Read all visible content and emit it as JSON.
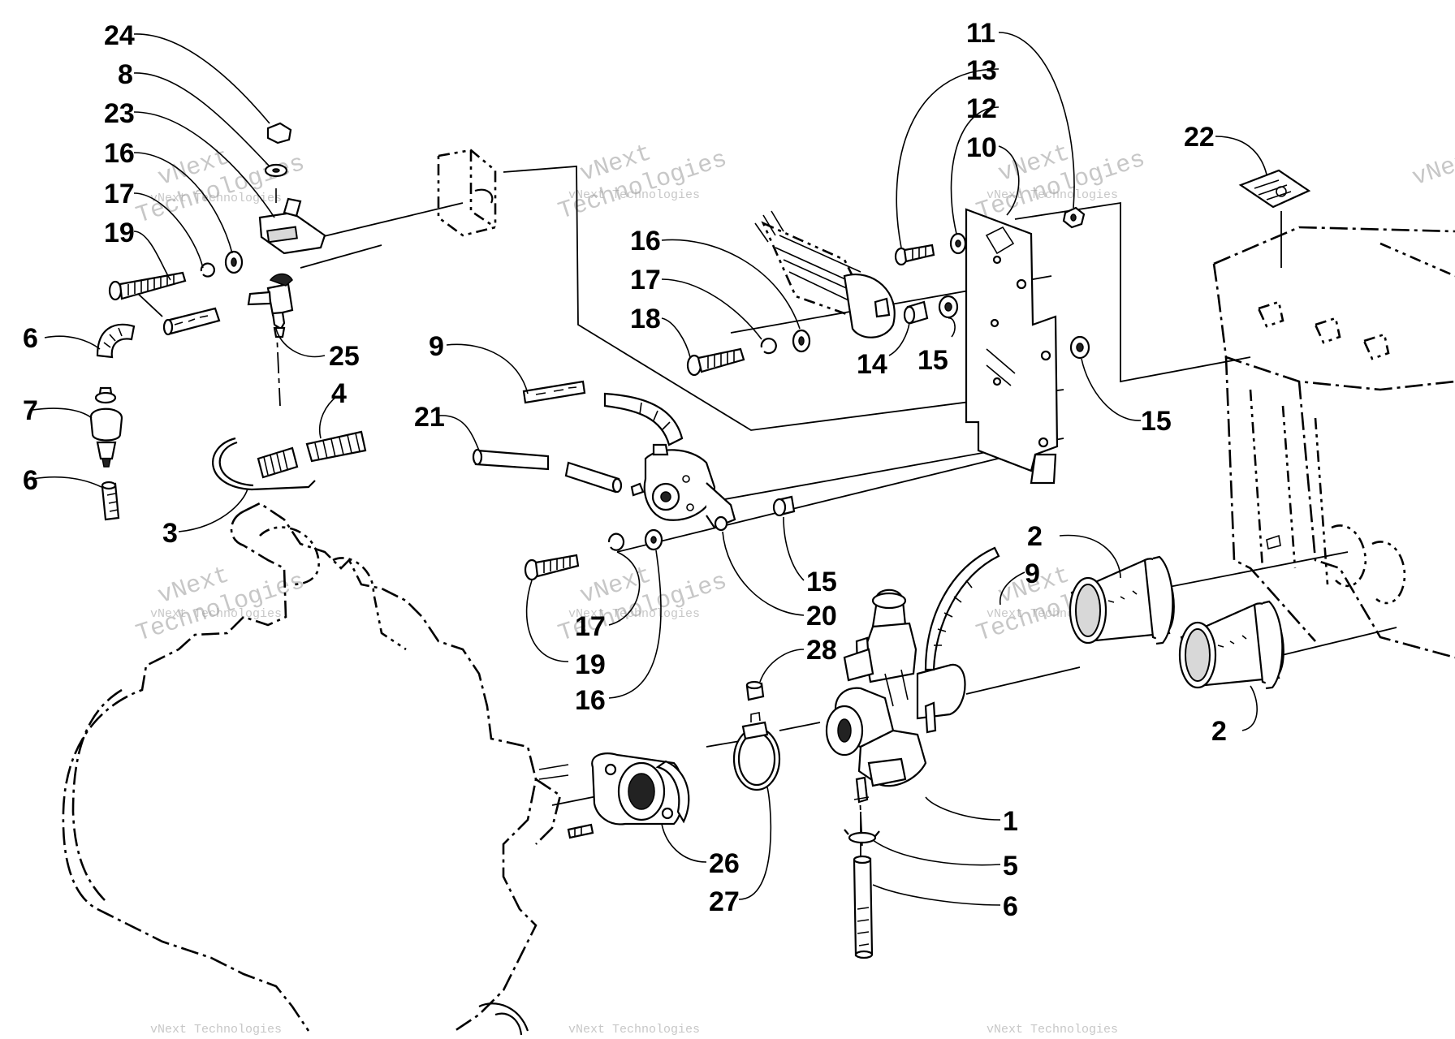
{
  "callouts": [
    {
      "id": "c-24a",
      "label": "24"
    },
    {
      "id": "c-8",
      "label": "8"
    },
    {
      "id": "c-23",
      "label": "23"
    },
    {
      "id": "c-16a",
      "label": "16"
    },
    {
      "id": "c-17a",
      "label": "17"
    },
    {
      "id": "c-19a",
      "label": "19"
    },
    {
      "id": "c-6a",
      "label": "6"
    },
    {
      "id": "c-25",
      "label": "25"
    },
    {
      "id": "c-7",
      "label": "7"
    },
    {
      "id": "c-6b",
      "label": "6"
    },
    {
      "id": "c-3",
      "label": "3"
    },
    {
      "id": "c-4",
      "label": "4"
    },
    {
      "id": "c-9a",
      "label": "9"
    },
    {
      "id": "c-21",
      "label": "21"
    },
    {
      "id": "c-16b",
      "label": "16"
    },
    {
      "id": "c-17b",
      "label": "17"
    },
    {
      "id": "c-18",
      "label": "18"
    },
    {
      "id": "c-14",
      "label": "14"
    },
    {
      "id": "c-15a",
      "label": "15"
    },
    {
      "id": "c-11",
      "label": "11"
    },
    {
      "id": "c-13",
      "label": "13"
    },
    {
      "id": "c-12",
      "label": "12"
    },
    {
      "id": "c-10",
      "label": "10"
    },
    {
      "id": "c-15b",
      "label": "15"
    },
    {
      "id": "c-22",
      "label": "22"
    },
    {
      "id": "c-15c",
      "label": "15"
    },
    {
      "id": "c-20",
      "label": "20"
    },
    {
      "id": "c-17c",
      "label": "17"
    },
    {
      "id": "c-19b",
      "label": "19"
    },
    {
      "id": "c-16c",
      "label": "16"
    },
    {
      "id": "c-28",
      "label": "28"
    },
    {
      "id": "c-9b",
      "label": "9"
    },
    {
      "id": "c-2a",
      "label": "2"
    },
    {
      "id": "c-2b",
      "label": "2"
    },
    {
      "id": "c-1",
      "label": "1"
    },
    {
      "id": "c-5",
      "label": "5"
    },
    {
      "id": "c-6c",
      "label": "6"
    },
    {
      "id": "c-26",
      "label": "26"
    },
    {
      "id": "c-27",
      "label": "27"
    }
  ],
  "watermark": {
    "company": "vNext Technologies",
    "line1": "vNext",
    "line2": "Technologies"
  },
  "colors": {
    "ink": "#000000",
    "paper": "#ffffff",
    "watermark": "#9a9a9a"
  }
}
